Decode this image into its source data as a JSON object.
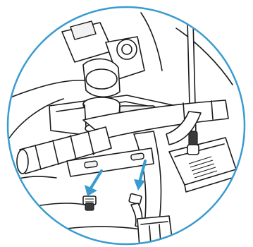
{
  "figure": {
    "type": "assembly-illustration",
    "colors": {
      "frame_circle": "#3a9bd0",
      "arrow": "#3a9bd0",
      "line": "#1a1a1a",
      "fill": "#ffffff"
    },
    "arrows": [
      {
        "direction": "down-left"
      },
      {
        "direction": "down"
      }
    ]
  }
}
